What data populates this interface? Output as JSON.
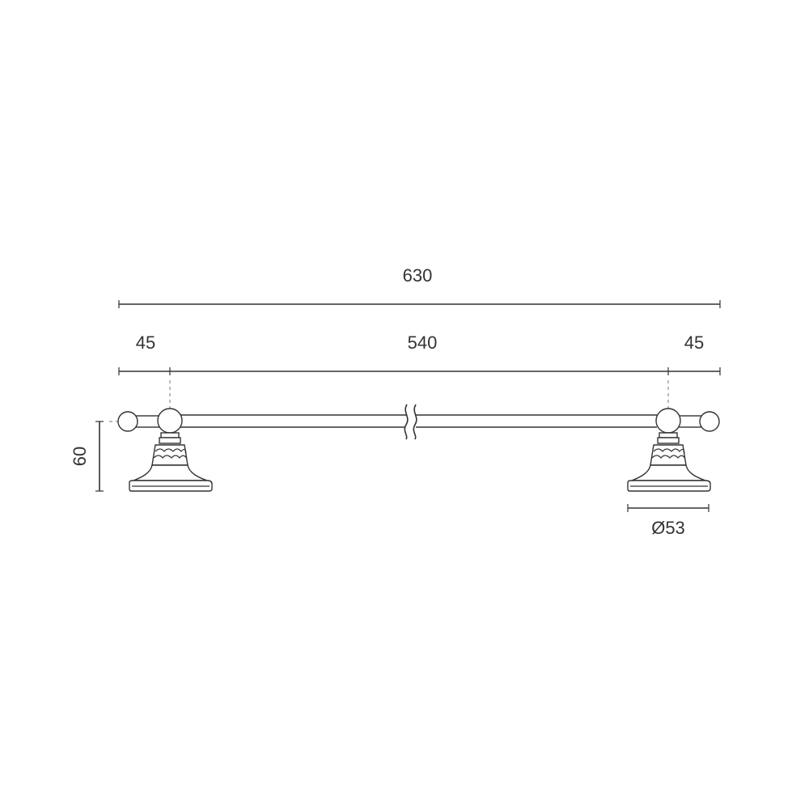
{
  "dimensions": {
    "overall_length": "630",
    "left_overhang": "45",
    "center_span": "540",
    "right_overhang": "45",
    "height": "60",
    "base_diameter": "Ø53"
  }
}
